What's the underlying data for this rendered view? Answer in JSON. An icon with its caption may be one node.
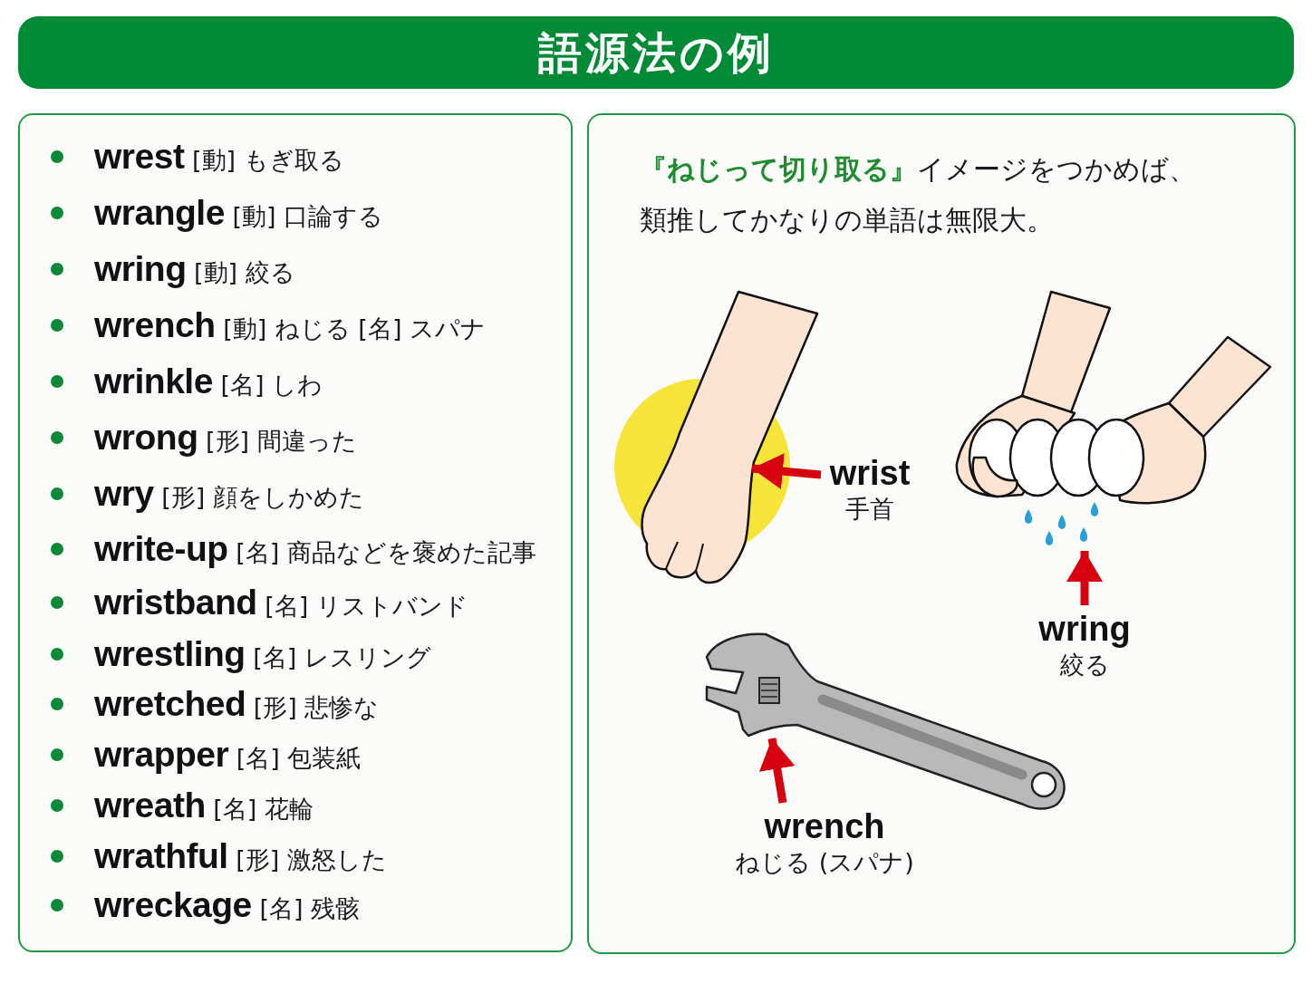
{
  "diagram": {
    "title": "語源法の例",
    "nodes": [
      {
        "text": [
          "**wrest** [動] もぎ取る",
          "**wrangle** [動] 口論する",
          "**wring** [動] 絞る",
          "**wrench** [動] ねじる [名] スパナ",
          "**wrinkle** [名] しわ",
          "**wrong** [形] 間違った",
          "**wry** [形] 顔をしかめた",
          "**write-up** [名] 商品などを褒めた記事",
          "**wristband** [名] リストバンド",
          "**wrestling** [名] レスリング",
          "**wretched** [形] 悲惨な",
          "**wrapper** [名] 包装紙",
          "**wreath** [名] 花輪",
          "**wrathful** [形] 激怒した",
          "**wreckage** [名] 残骸"
        ]
      },
      {
        "text": [
          "**『ねじって切り取る』**イメージをつかめば、類推してかなりの単語は無限大。"
        ]
      },
      {
        "text": [],
        "shape": "picture",
        "in": 1
      },
      {
        "text": [
          "wrist",
          "手首"
        ],
        "in": 1
      },
      {
        "text": [],
        "shape": "picture",
        "in": 1
      },
      {
        "text": [
          "wring",
          "絞る"
        ],
        "in": 1
      },
      {
        "text": [],
        "shape": "picture",
        "in": 1
      },
      {
        "text": [
          "wrench",
          "ねじる (スパナ)"
        ],
        "in": 1
      }
    ],
    "edges": [
      {
        "from": 3,
        "to": 2,
        "arrow": "to"
      },
      {
        "from": 5,
        "to": 4,
        "arrow": "to"
      },
      {
        "from": 7,
        "to": 6,
        "arrow": "to"
      }
    ]
  }
}
